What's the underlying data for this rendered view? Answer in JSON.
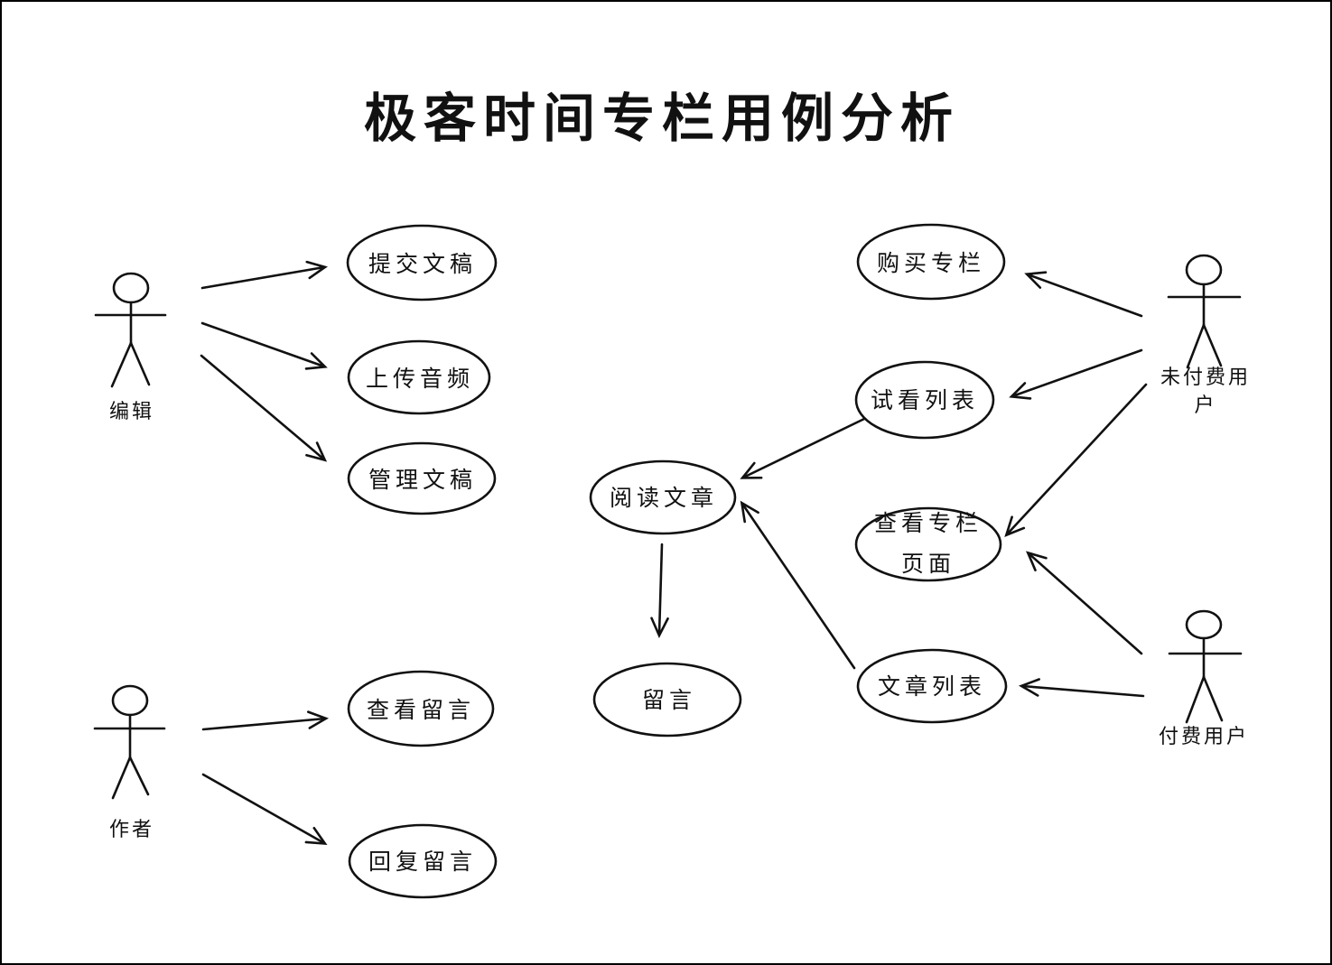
{
  "title": "极客时间专栏用例分析",
  "diagram_type": "use-case",
  "colors": {
    "ink": "#111111",
    "background": "#ffffff"
  },
  "actors": {
    "editor": {
      "label": "编辑"
    },
    "author": {
      "label": "作者"
    },
    "unpaid_user": {
      "label": "未付费用户"
    },
    "paid_user": {
      "label": "付费用户"
    }
  },
  "use_cases": {
    "submit_manuscript": {
      "label": "提交文稿"
    },
    "upload_audio": {
      "label": "上传音频"
    },
    "manage_manuscript": {
      "label": "管理文稿"
    },
    "view_comments": {
      "label": "查看留言"
    },
    "reply_comments": {
      "label": "回复留言"
    },
    "read_article": {
      "label": "阅读文章"
    },
    "comment": {
      "label": "留言"
    },
    "buy_column": {
      "label": "购买专栏"
    },
    "trial_list": {
      "label": "试看列表"
    },
    "view_column_page": {
      "label": "查看专栏页面"
    },
    "article_list": {
      "label": "文章列表"
    }
  },
  "relations": [
    {
      "from": "编辑",
      "to": "提交文稿"
    },
    {
      "from": "编辑",
      "to": "上传音频"
    },
    {
      "from": "编辑",
      "to": "管理文稿"
    },
    {
      "from": "作者",
      "to": "查看留言"
    },
    {
      "from": "作者",
      "to": "回复留言"
    },
    {
      "from": "未付费用户",
      "to": "购买专栏"
    },
    {
      "from": "未付费用户",
      "to": "试看列表"
    },
    {
      "from": "未付费用户",
      "to": "查看专栏页面"
    },
    {
      "from": "付费用户",
      "to": "查看专栏页面"
    },
    {
      "from": "付费用户",
      "to": "文章列表"
    },
    {
      "from": "试看列表",
      "to": "阅读文章"
    },
    {
      "from": "文章列表",
      "to": "阅读文章"
    },
    {
      "from": "阅读文章",
      "to": "留言"
    }
  ]
}
